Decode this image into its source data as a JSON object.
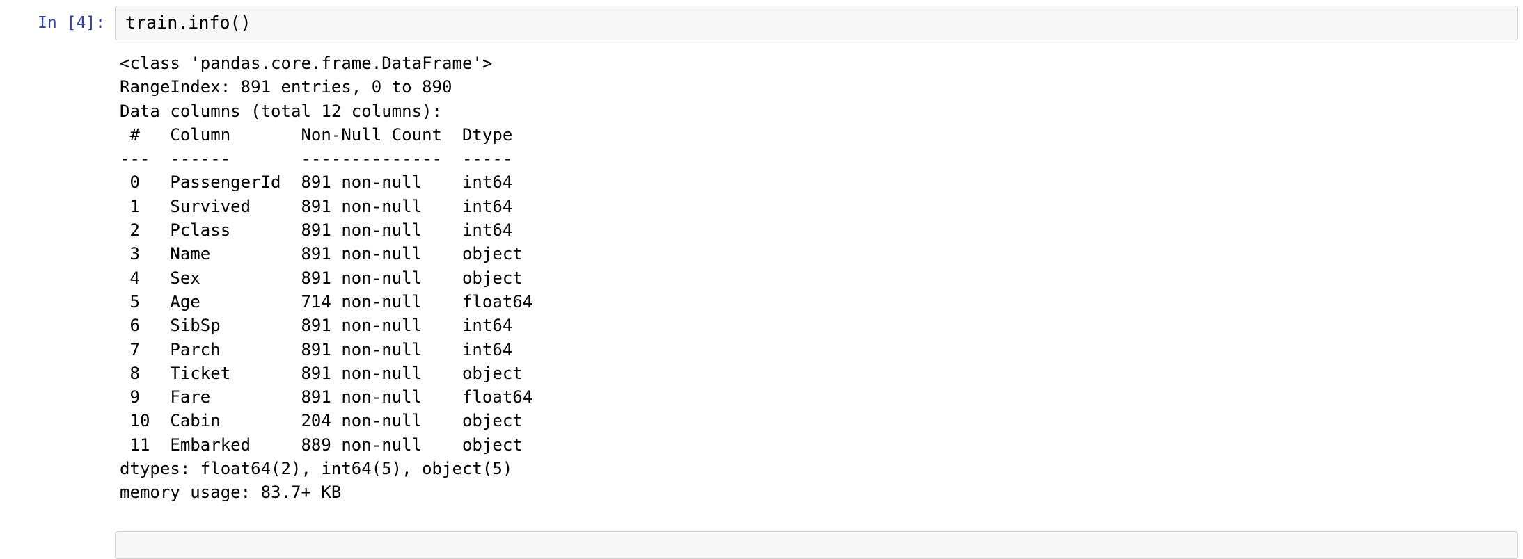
{
  "cell": {
    "prompt_label": "In [4]:",
    "code": "train.info()"
  },
  "output": {
    "lines": [
      "<class 'pandas.core.frame.DataFrame'>",
      "RangeIndex: 891 entries, 0 to 890",
      "Data columns (total 12 columns):",
      " #   Column       Non-Null Count  Dtype  ",
      "---  ------       --------------  -----  ",
      " 0   PassengerId  891 non-null    int64  ",
      " 1   Survived     891 non-null    int64  ",
      " 2   Pclass       891 non-null    int64  ",
      " 3   Name         891 non-null    object ",
      " 4   Sex          891 non-null    object ",
      " 5   Age          714 non-null    float64",
      " 6   SibSp        891 non-null    int64  ",
      " 7   Parch        891 non-null    int64  ",
      " 8   Ticket       891 non-null    object ",
      " 9   Fare         891 non-null    float64",
      " 10  Cabin        204 non-null    object ",
      " 11  Embarked     889 non-null    object ",
      "dtypes: float64(2), int64(5), object(5)",
      "memory usage: 83.7+ KB"
    ],
    "header": {
      "class_line": "<class 'pandas.core.frame.DataFrame'>",
      "range_index": "RangeIndex: 891 entries, 0 to 890",
      "data_columns": "Data columns (total 12 columns):"
    },
    "table": {
      "columns": [
        "#",
        "Column",
        "Non-Null Count",
        "Dtype"
      ],
      "rows": [
        {
          "index": "0",
          "column": "PassengerId",
          "non_null": "891 non-null",
          "dtype": "int64"
        },
        {
          "index": "1",
          "column": "Survived",
          "non_null": "891 non-null",
          "dtype": "int64"
        },
        {
          "index": "2",
          "column": "Pclass",
          "non_null": "891 non-null",
          "dtype": "int64"
        },
        {
          "index": "3",
          "column": "Name",
          "non_null": "891 non-null",
          "dtype": "object"
        },
        {
          "index": "4",
          "column": "Sex",
          "non_null": "891 non-null",
          "dtype": "object"
        },
        {
          "index": "5",
          "column": "Age",
          "non_null": "714 non-null",
          "dtype": "float64"
        },
        {
          "index": "6",
          "column": "SibSp",
          "non_null": "891 non-null",
          "dtype": "int64"
        },
        {
          "index": "7",
          "column": "Parch",
          "non_null": "891 non-null",
          "dtype": "int64"
        },
        {
          "index": "8",
          "column": "Ticket",
          "non_null": "891 non-null",
          "dtype": "object"
        },
        {
          "index": "9",
          "column": "Fare",
          "non_null": "891 non-null",
          "dtype": "float64"
        },
        {
          "index": "10",
          "column": "Cabin",
          "non_null": "204 non-null",
          "dtype": "object"
        },
        {
          "index": "11",
          "column": "Embarked",
          "non_null": "889 non-null",
          "dtype": "object"
        }
      ]
    },
    "footer": {
      "dtypes": "dtypes: float64(2), int64(5), object(5)",
      "memory_usage": "memory usage: 83.7+ KB"
    }
  },
  "next_cell": {
    "prompt_label": ""
  },
  "colors": {
    "prompt": "#303f9f",
    "cell_background": "#f7f7f7",
    "cell_border": "#cfcfcf",
    "page_background": "#ffffff",
    "text": "#000000"
  }
}
